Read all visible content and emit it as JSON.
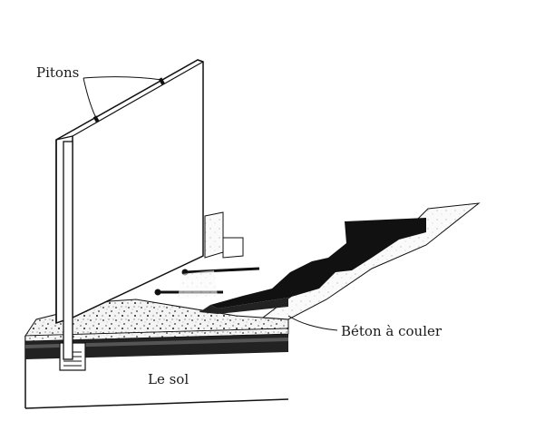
{
  "labels": {
    "pitons": "Pitons",
    "beton": "Béton à couler",
    "sol": "Le sol"
  }
}
